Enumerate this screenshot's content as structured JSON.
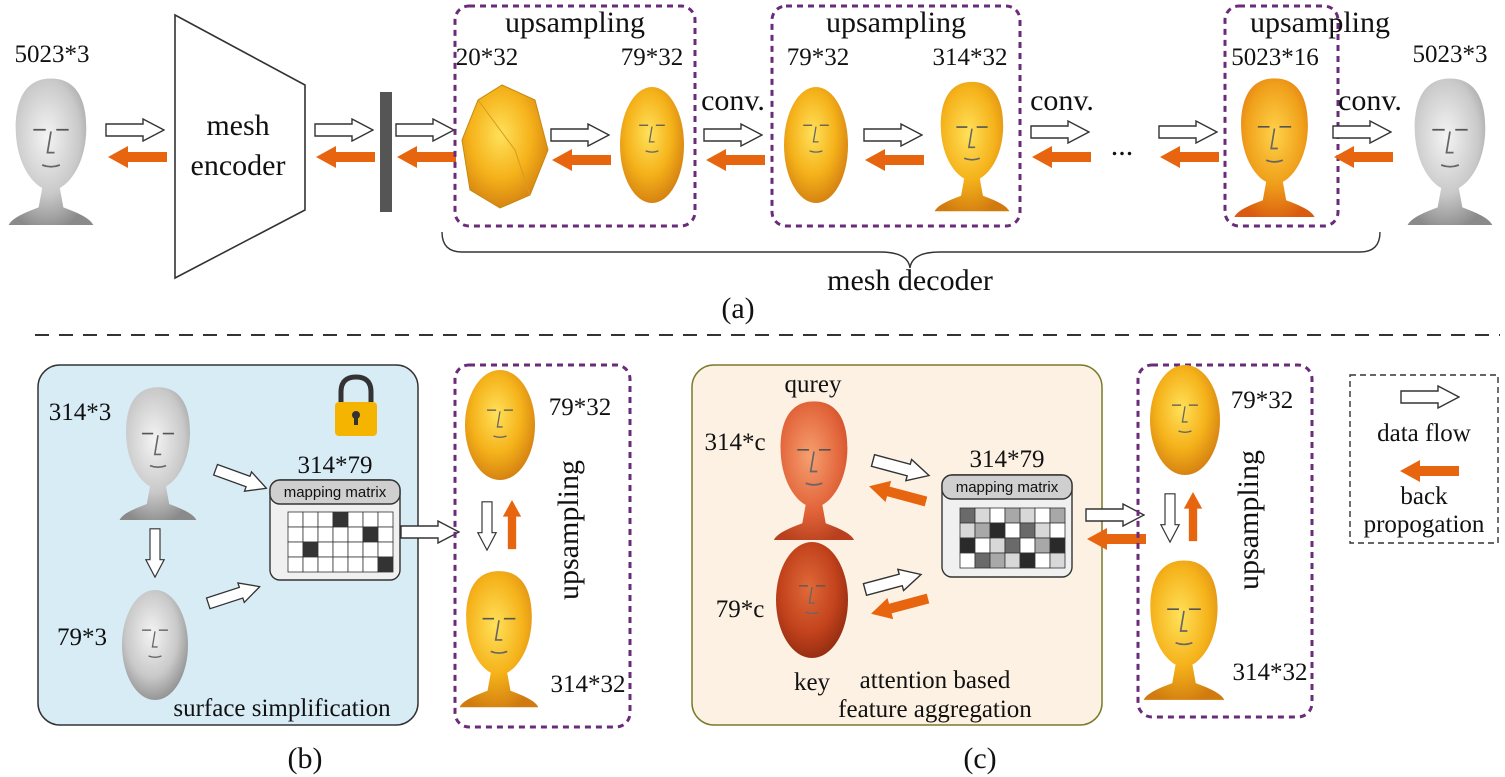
{
  "panel_a": {
    "input_dim": "5023*3",
    "encoder_label_line1": "mesh",
    "encoder_label_line2": "encoder",
    "block1": {
      "title": "upsampling",
      "dim_left": "20*32",
      "dim_right": "79*32"
    },
    "block2": {
      "title": "upsampling",
      "dim_left": "79*32",
      "dim_right": "314*32"
    },
    "block3": {
      "title": "upsampling",
      "dim_right": "5023*16"
    },
    "conv_label": "conv.",
    "ellipsis": "...",
    "output_dim": "5023*3",
    "decoder_label": "mesh decoder",
    "caption": "(a)"
  },
  "panel_b": {
    "dim_top": "314*3",
    "dim_bottom": "79*3",
    "matrix_dim": "314*79",
    "matrix_label": "mapping matrix",
    "process_label": "surface simplification",
    "up_dim_top": "79*32",
    "up_dim_bottom": "314*32",
    "up_label": "upsampling",
    "caption": "(b)",
    "lock_icon_color": "#f5b400"
  },
  "panel_c": {
    "query_label": "qurey",
    "query_dim": "314*c",
    "key_label": "key",
    "key_dim": "79*c",
    "matrix_dim": "314*79",
    "matrix_label": "mapping matrix",
    "process_label_line1": "attention based",
    "process_label_line2": "feature aggregation",
    "up_dim_top": "79*32",
    "up_dim_bottom": "314*32",
    "up_label": "upsampling",
    "caption": "(c)"
  },
  "legend": {
    "data_flow": "data flow",
    "back_line1": "back",
    "back_line2": "propogation"
  },
  "colors": {
    "back_arrow": "#e8650f",
    "upsampling_border": "#6a2c7a",
    "panel_b_bg": "#d8ecf6",
    "panel_c_bg": "#fdf1e3",
    "latent_bar": "#555555",
    "face_gray": "#cfcfcf",
    "face_gold": "#f2b21c"
  }
}
